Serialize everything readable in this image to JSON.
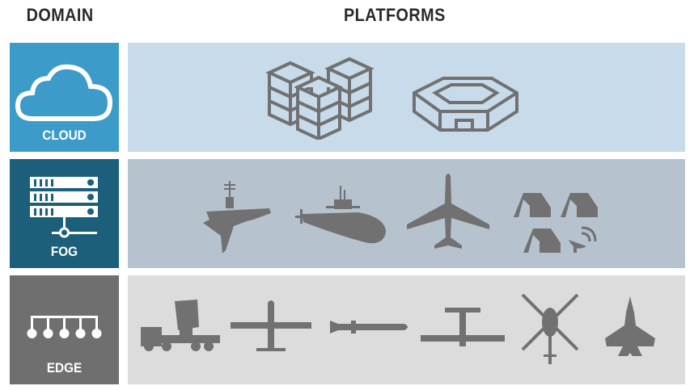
{
  "headers": {
    "domain": "DOMAIN",
    "platforms": "PLATFORMS"
  },
  "colors": {
    "cloud_box": "#3d9bca",
    "cloud_row": "#c8dbea",
    "fog_box": "#1c5f7b",
    "fog_row": "#b6c2ce",
    "edge_box": "#6f6f6f",
    "edge_row": "#dcdcdc",
    "icon": "#717171"
  },
  "domains": [
    {
      "label": "CLOUD",
      "icon": "cloud-icon",
      "platforms": [
        "data-center-icon",
        "pentagon-icon"
      ]
    },
    {
      "label": "FOG",
      "icon": "server-rack-icon",
      "platforms": [
        "aircraft-carrier-icon",
        "submarine-icon",
        "airliner-icon",
        "field-camp-icon"
      ]
    },
    {
      "label": "EDGE",
      "icon": "network-nodes-icon",
      "platforms": [
        "radar-truck-icon",
        "drone-icon",
        "missile-icon",
        "small-aircraft-icon",
        "helicopter-icon",
        "fighter-jet-icon"
      ]
    }
  ]
}
